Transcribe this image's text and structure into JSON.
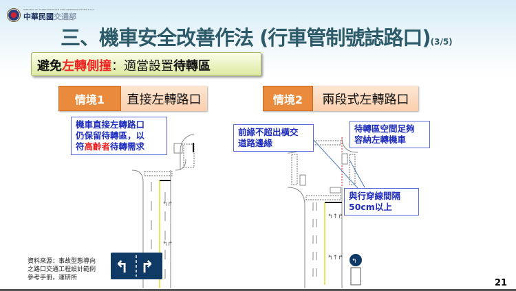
{
  "header": {
    "ministry_en": "MINISTRY OF TRANSPORTATION AND COMMUNICATIONS R.O.C.",
    "ministry_zh_a": "中華民國",
    "ministry_zh_b": "交通部"
  },
  "title": {
    "main": "三、機車安全改善作法 (行車管制號誌路口)",
    "page_fraction": "(3/5)"
  },
  "subtitle": {
    "part1": "避免",
    "part2": "左轉側撞",
    "part3": "：適當設置",
    "part4": "待轉區"
  },
  "scenario1": {
    "tag": "情境1",
    "label": "直接左轉路口",
    "callout_l1": "機車直接左轉路口",
    "callout_l2": "仍保留待轉區，以",
    "callout_l3a": "符",
    "callout_l3b": "高齡者",
    "callout_l3c": "待轉需求"
  },
  "scenario2": {
    "tag": "情境2",
    "label": "兩段式左轉路口",
    "callout_a_l1": "前緣不超出橫交",
    "callout_a_l2": "道路邊緣",
    "callout_b_l1": "待轉區空間足夠",
    "callout_b_l2": "容納左轉機車",
    "callout_c_l1": "與行穿線間隔",
    "callout_c_l2": "50cm以上"
  },
  "source": {
    "l1": "資料來源：事故型態導向",
    "l2": "之路口交通工程設計範例",
    "l3": "參考手冊，運研所"
  },
  "page_number": "21",
  "colors": {
    "title": "#2d5a69",
    "accent_orange": "#e98a3c",
    "callout_blue": "#1f2dbd",
    "highlight_red": "#e22222",
    "sign_blue": "#0f3a66"
  }
}
